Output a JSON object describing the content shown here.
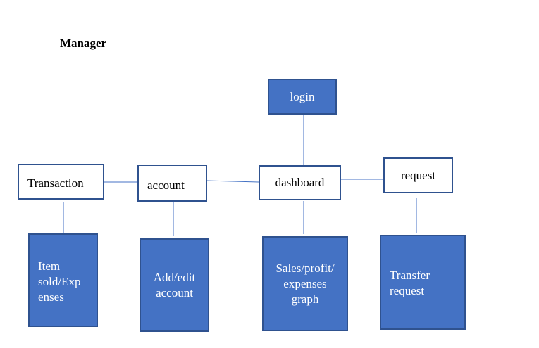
{
  "title": "Manager",
  "nodes": {
    "login": "login",
    "dashboard": "dashboard",
    "request": "request",
    "account": "account",
    "transaction": "Transaction",
    "item_sold": "Item\nsold/Exp\nenses",
    "add_edit_account": "Add/edit\naccount",
    "sales_graph": "Sales/profit/\nexpenses\ngraph",
    "transfer_request": "Transfer\nrequest"
  },
  "colors": {
    "box_fill": "#4472c4",
    "box_border": "#2f528f",
    "connector": "#4472c4"
  }
}
